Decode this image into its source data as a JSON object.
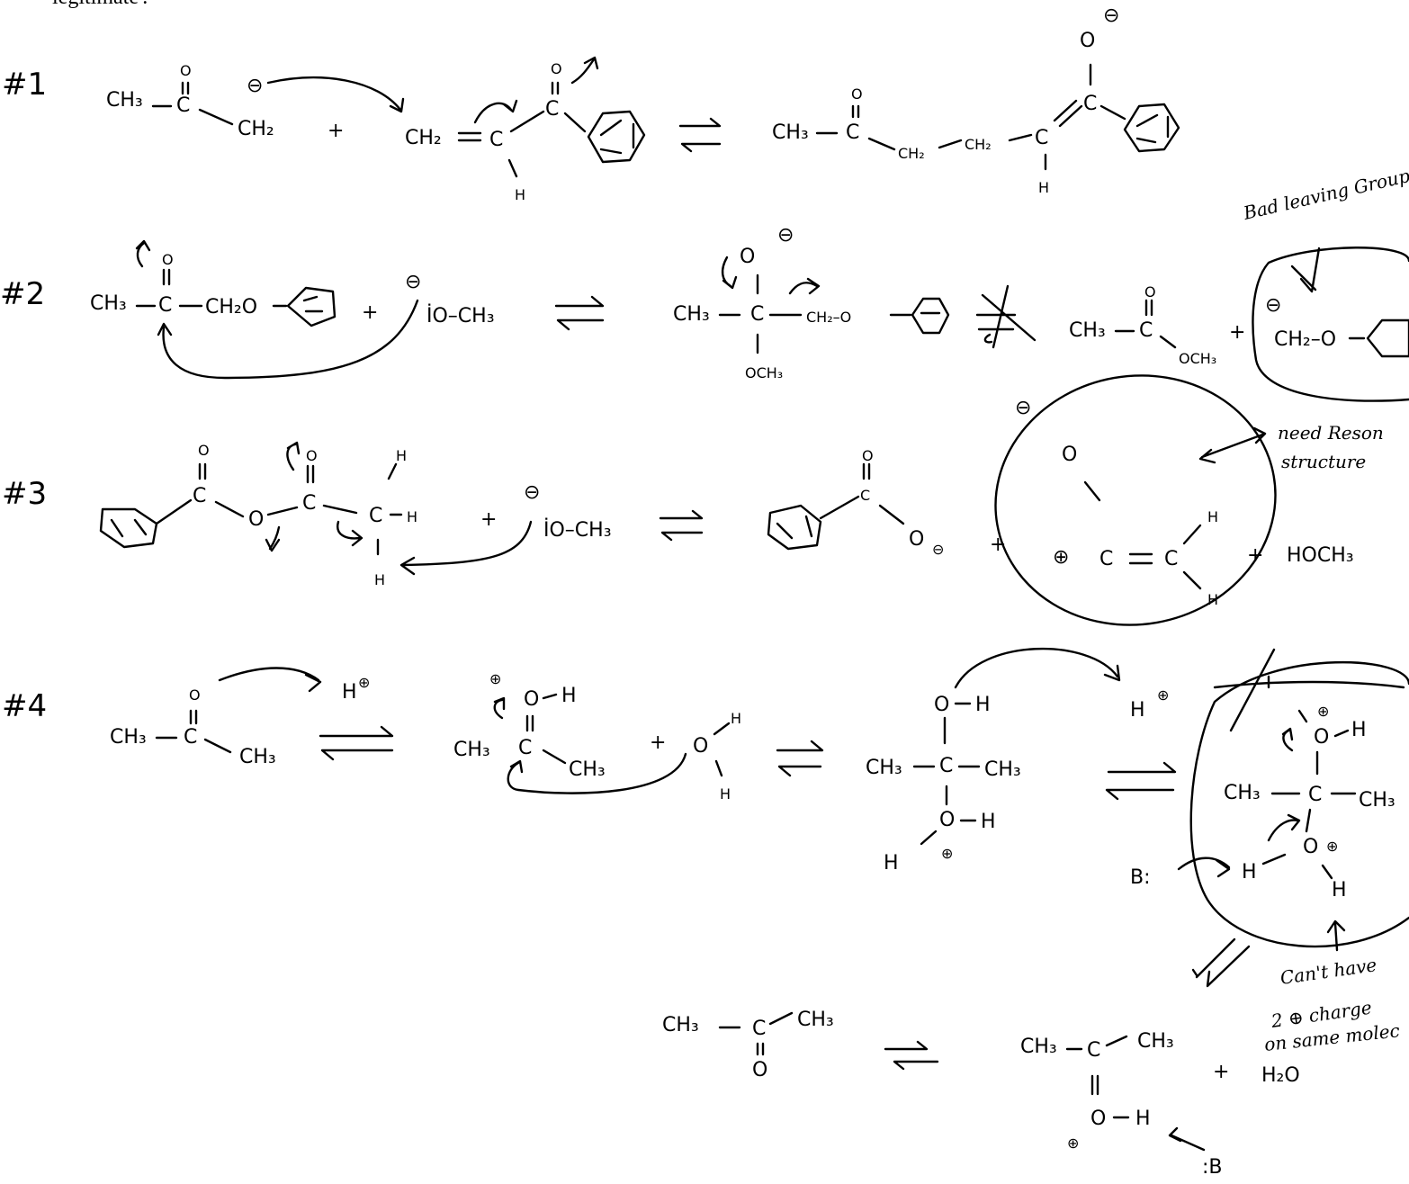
{
  "header_fragment": "legitimate'.",
  "problems": [
    {
      "label": "#1"
    },
    {
      "label": "#2"
    },
    {
      "label": "#3"
    },
    {
      "label": "#4"
    }
  ],
  "annotations": {
    "bad_leaving_group": "Bad leaving Group.",
    "need_resonance": "need Reson",
    "structure": "structure",
    "cant_have": "Can't have",
    "two_plus_charge": "2 ⊕ charge",
    "same_molecule": "on same molec"
  },
  "symbols": {
    "plus": "+",
    "equilibrium": "⇌",
    "negative": "⊖",
    "positive": "⊕",
    "base": "B:",
    "base_rev": ":B"
  },
  "formulas": {
    "ch3": "CH₃",
    "ch2": "CH₂",
    "c": "C",
    "o": "O",
    "h": "H",
    "ch2o": "CH₂O",
    "ch2_o": "CH₂–O",
    "o_ch3": "İO–CH₃",
    "och3": "OCH₃",
    "hoch3": "HOCH₃",
    "h2o": "H₂O"
  }
}
